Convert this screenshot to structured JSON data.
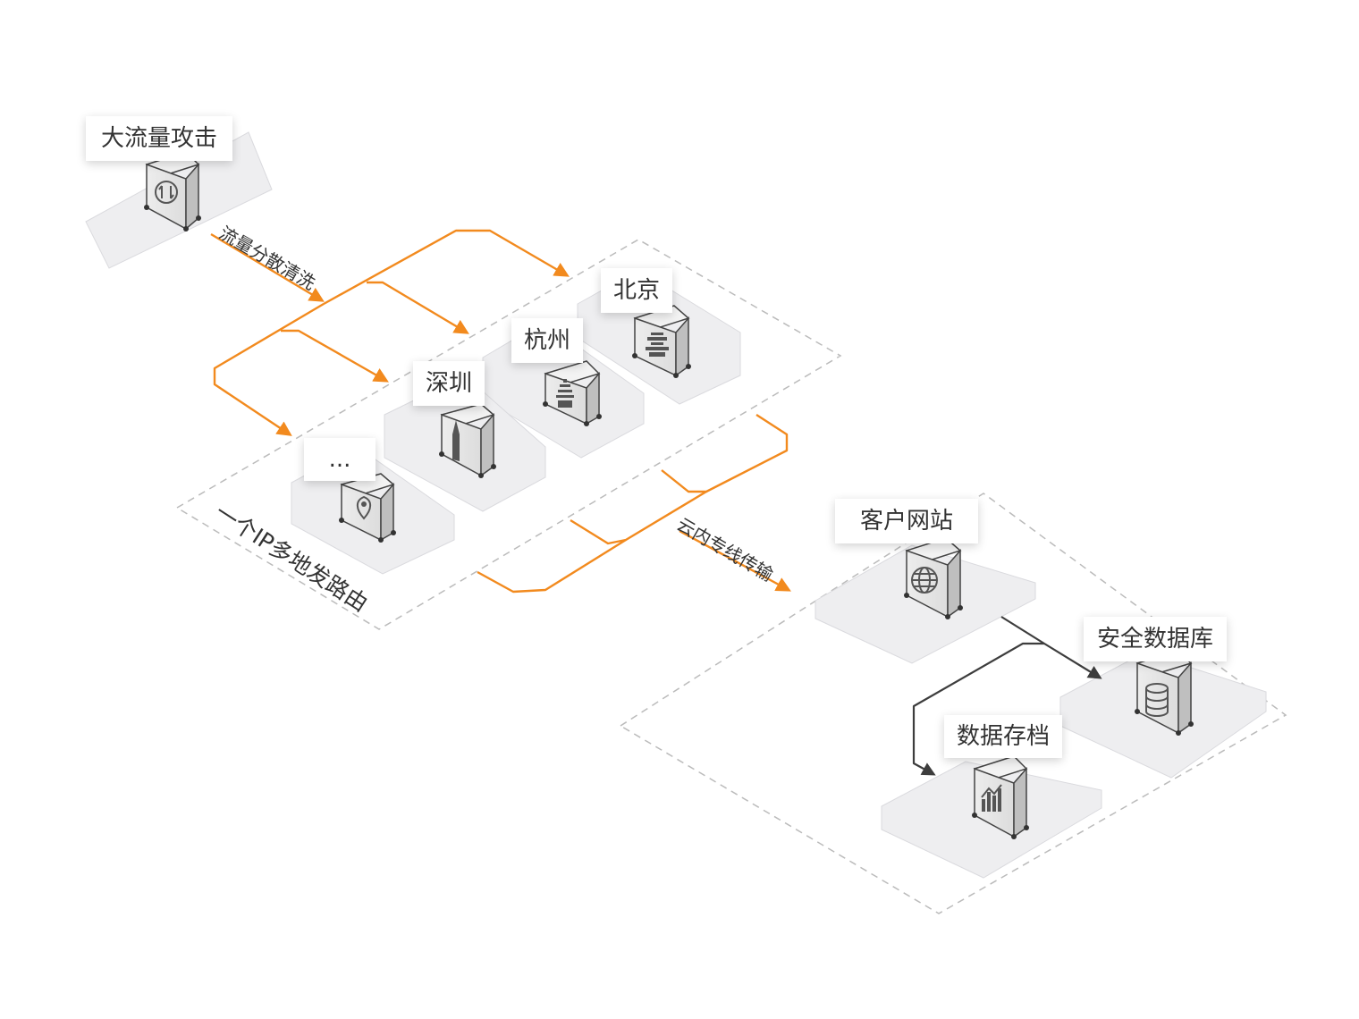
{
  "nodes": {
    "attack": "大流量攻击",
    "beijing": "北京",
    "hangzhou": "杭州",
    "shenzhen": "深圳",
    "more": "...",
    "website": "客户网站",
    "database": "安全数据库",
    "archive": "数据存档"
  },
  "edges": {
    "scatter_clean": "流量分散清洗",
    "cloud_line": "云内专线传输"
  },
  "groups": {
    "anycast": "一个IP多地发路由"
  },
  "icons": {
    "attack": "traffic-arrows-icon",
    "beijing": "temple-of-heaven-icon",
    "hangzhou": "pagoda-icon",
    "shenzhen": "skyscraper-icon",
    "more": "location-pin-icon",
    "website": "globe-icon",
    "database": "database-icon",
    "archive": "bar-chart-icon"
  },
  "colors": {
    "traffic_flow": "#F28A1E",
    "internal_flow": "#3D3D3D",
    "platform": "#EEEEF0",
    "group_border": "#BBBBBB"
  }
}
